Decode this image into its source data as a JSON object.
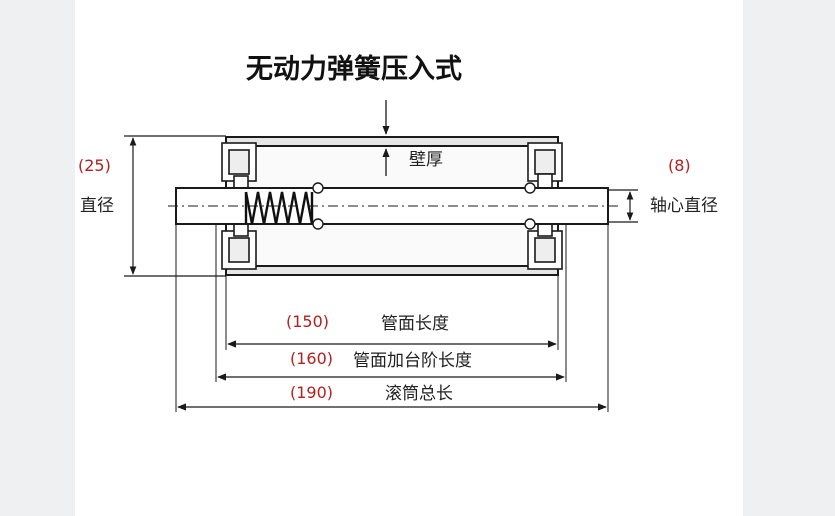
{
  "title": "无动力弹簧压入式",
  "labels": {
    "wall_thickness": "壁厚",
    "diameter": "直径",
    "diameter_value": "(25)",
    "shaft_diameter": "轴心直径",
    "shaft_diameter_value": "(8)",
    "tube_length": "管面长度",
    "tube_length_value": "(150)",
    "tube_step_length": "管面加台阶长度",
    "tube_step_length_value": "(160)",
    "total_length": "滚筒总长",
    "total_length_value": "(190)"
  },
  "colors": {
    "line": "#1a1a1a",
    "annotation_red": "#b3201f",
    "tube_fill": "#f4f4f4",
    "shaft_fill": "#ffffff"
  }
}
